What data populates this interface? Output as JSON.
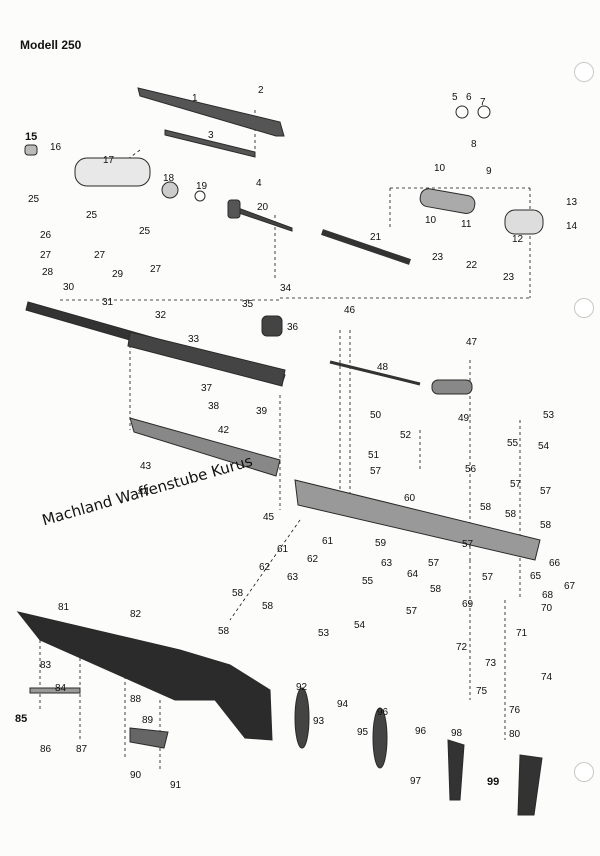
{
  "title": "Modell 250",
  "watermark": "Machland Waffenstube Kurus",
  "colors": {
    "ink": "#111111",
    "paper": "#fcfcfb",
    "part": "#2a2a2a",
    "part_light": "#6a6a6a"
  },
  "parts": [
    "1",
    "2",
    "3",
    "4",
    "5",
    "6",
    "7",
    "8",
    "9",
    "10",
    "10",
    "11",
    "12",
    "13",
    "14",
    "15",
    "16",
    "17",
    "18",
    "19",
    "20",
    "21",
    "22",
    "23",
    "23",
    "25",
    "25",
    "25",
    "26",
    "27",
    "27",
    "27",
    "28",
    "29",
    "30",
    "31",
    "32",
    "33",
    "34",
    "35",
    "36",
    "37",
    "38",
    "39",
    "42",
    "43",
    "44",
    "45",
    "46",
    "47",
    "48",
    "49",
    "50",
    "51",
    "52",
    "53",
    "53",
    "54",
    "54",
    "55",
    "55",
    "56",
    "57",
    "57",
    "57",
    "57",
    "57",
    "57",
    "57",
    "58",
    "58",
    "58",
    "58",
    "58",
    "58",
    "58",
    "59",
    "60",
    "61",
    "61",
    "62",
    "62",
    "63",
    "63",
    "64",
    "65",
    "66",
    "67",
    "68",
    "69",
    "70",
    "71",
    "72",
    "73",
    "74",
    "75",
    "76",
    "80",
    "81",
    "82",
    "83",
    "84",
    "85",
    "86",
    "87",
    "88",
    "89",
    "90",
    "91",
    "92",
    "93",
    "94",
    "95",
    "96",
    "96",
    "97",
    "98",
    "99"
  ]
}
